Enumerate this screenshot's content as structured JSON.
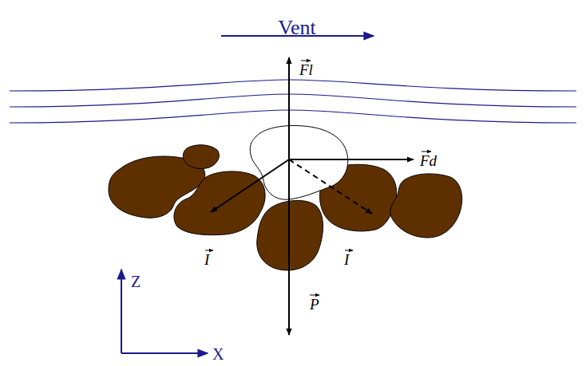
{
  "diagram": {
    "labels": [
      "Vent",
      "Fl",
      "Fd",
      "I",
      "I",
      "P",
      "Z",
      "X"
    ]
  }
}
